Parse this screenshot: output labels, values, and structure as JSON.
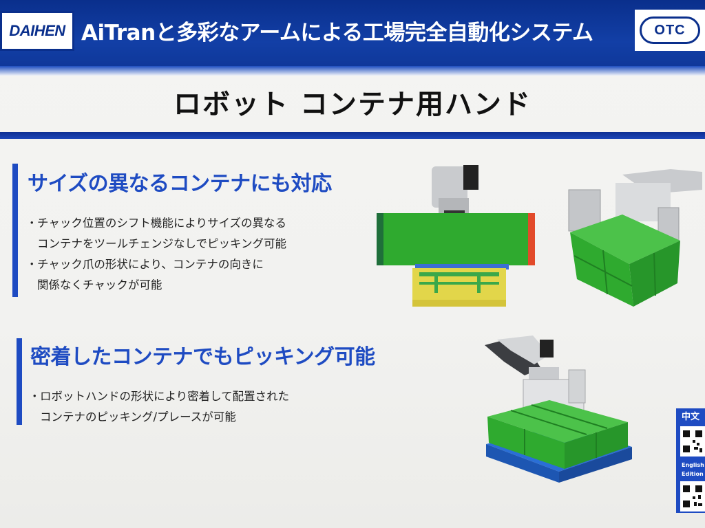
{
  "header": {
    "left_logo": "DAIHEN",
    "title": "AiTranと多彩なアームによる工場完全自動化システム",
    "right_logo": "OTC"
  },
  "main_title": "ロボット コンテナ用ハンド",
  "sections": [
    {
      "heading": "サイズの異なるコンテナにも対応",
      "bullets": [
        [
          "チャック位置のシフト機能によりサイズの異なる",
          "コンテナをツールチェンジなしでピッキング可能"
        ],
        [
          "チャック爪の形状により、コンテナの向きに",
          "関係なくチャックが可能"
        ]
      ]
    },
    {
      "heading": "密着したコンテナでもピッキング可能",
      "bullets": [
        [
          "ロボットハンドの形状により密着して配置された",
          "コンテナのピッキング/プレースが可能"
        ]
      ]
    }
  ],
  "bullet_marker": "・",
  "qr": {
    "chinese_label": "中文",
    "english_label_1": "English",
    "english_label_2": "Edition"
  },
  "colors": {
    "header_blue": "#0a2f8c",
    "accent_blue": "#1e4bc2",
    "container_green": "#2faa2f",
    "container_yellow": "#e2d64a",
    "pallet_blue": "#2a6fd6",
    "robot_gray": "#c9cbce"
  }
}
